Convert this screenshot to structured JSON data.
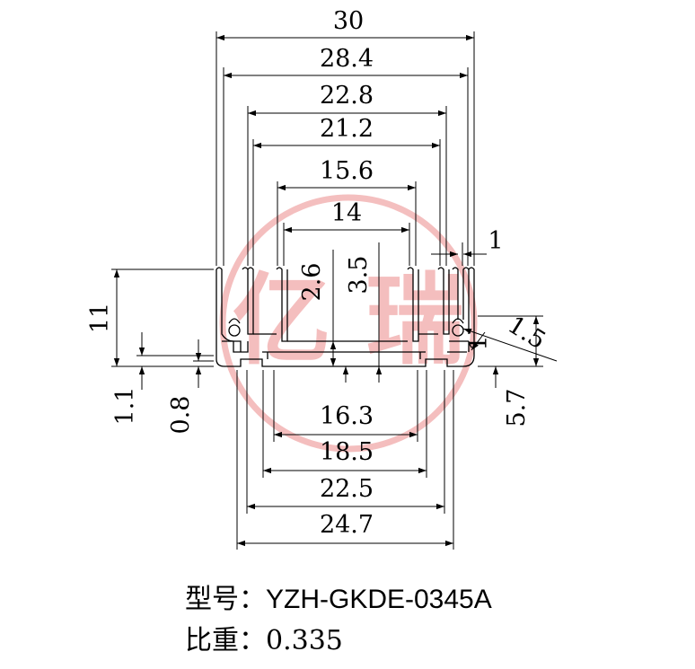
{
  "watermark": {
    "text": "亿 瑞",
    "color": "#f3b8b8"
  },
  "dimensions": {
    "top_widths": [
      "30",
      "28.4",
      "22.8",
      "21.2",
      "15.6",
      "14"
    ],
    "fin_thickness": "1",
    "left_height": "11",
    "left_small_1": "1.1",
    "left_small_2": "0.8",
    "inner_height_1": "2.6",
    "inner_height_2": "3.5",
    "right_diameter": "1.5",
    "right_radius": "1",
    "right_height": "5.7",
    "bottom_widths": [
      "16.3",
      "18.5",
      "22.5",
      "24.7"
    ]
  },
  "caption": {
    "model_label": "型号：",
    "model_value": "YZH-GKDE-0345A",
    "density_label": "比重：",
    "density_value": "0.335"
  },
  "colors": {
    "line": "#000000",
    "watermark": "#f3b8b8"
  }
}
